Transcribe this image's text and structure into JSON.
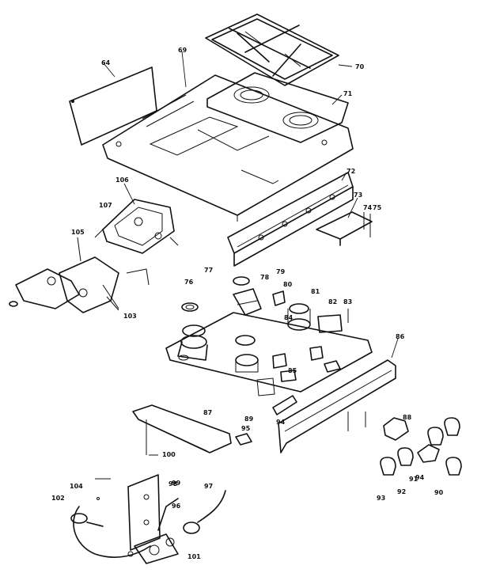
{
  "labels": {
    "l64": "64",
    "l69": "69",
    "l70": "70",
    "l71": "71",
    "l72": "72",
    "l73": "73",
    "l74": "74",
    "l75": "75",
    "l76": "76",
    "l77": "77",
    "l78": "78",
    "l79": "79",
    "l80": "80",
    "l81": "81",
    "l82": "82",
    "l83": "83",
    "l84": "84",
    "l85": "85",
    "l86": "86",
    "l87": "87",
    "l88": "88",
    "l89": "89",
    "l90": "90",
    "l91": "91",
    "l92": "92",
    "l93": "93",
    "l94": "94",
    "l94b": "94",
    "l95": "95",
    "l96": "96",
    "l97": "97",
    "l98": "98",
    "l99": "99",
    "l100": "100",
    "l101": "101",
    "l102": "102",
    "l103": "103",
    "l104": "104",
    "l105": "105",
    "l106": "106",
    "l107": "107"
  }
}
